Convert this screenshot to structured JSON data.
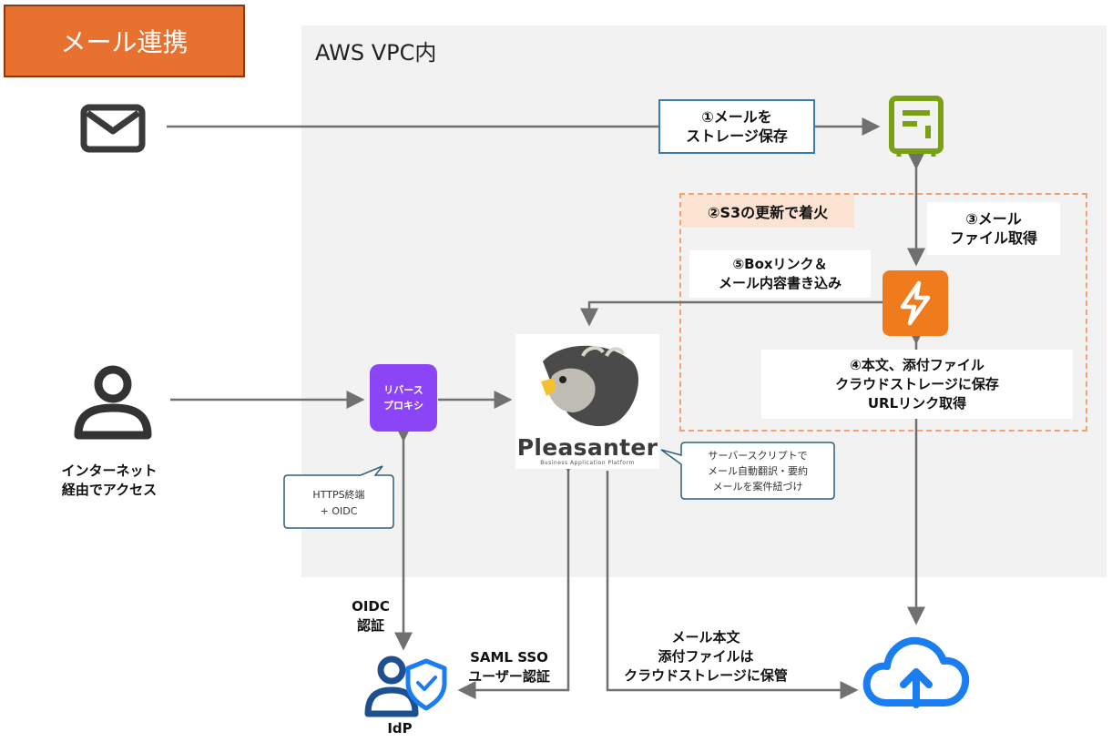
{
  "title": "メール連携",
  "vpc_label": "AWS VPC内",
  "icons": {
    "mail": "envelope-icon",
    "storage": "s3-bucket-icon",
    "lambda": "lambda-bolt-icon",
    "user": "user-icon",
    "idp": "user-shield-icon",
    "cloud": "cloud-upload-icon"
  },
  "colors": {
    "title_bg": "#e8712f",
    "proxy": "#8b44f6",
    "lambda": "#ef7b1c",
    "storage": "#7aa116",
    "idp": "#1e4f8f",
    "cloud": "#1a7ef0"
  },
  "steps": {
    "s1": [
      "①メールを",
      "ストレージ保存"
    ],
    "s2": "②S3の更新で着火",
    "s3": [
      "③メール",
      "ファイル取得"
    ],
    "s4": [
      "④本文、添付ファイル",
      "クラウドストレージに保存",
      "URLリンク取得"
    ],
    "s5": [
      "⑤Boxリンク＆",
      "メール内容書き込み"
    ]
  },
  "proxy": [
    "リバース",
    "プロキシ"
  ],
  "logo": {
    "name": "Pleasanter",
    "subtitle": "Business Application Platform"
  },
  "callouts": {
    "https": [
      "HTTPS終端",
      "+ OIDC"
    ],
    "pleasanter": [
      "サーバースクリプトで",
      "メール自動翻訳・要約",
      "メールを案件紐づけ"
    ]
  },
  "labels": {
    "internet": [
      "インターネット",
      "経由でアクセス"
    ],
    "oidc": [
      "OIDC",
      "認証"
    ],
    "saml": [
      "SAML SSO",
      "ユーザー認証"
    ],
    "store": [
      "メール本文",
      "添付ファイルは",
      "クラウドストレージに保管"
    ],
    "idp": "IdP"
  }
}
